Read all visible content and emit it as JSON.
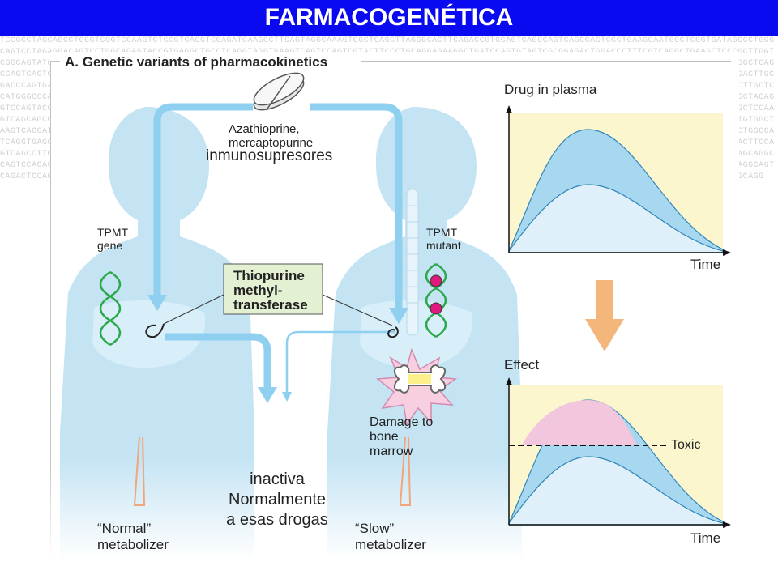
{
  "header": {
    "title": "FARMACOGENÉTICA"
  },
  "background": {
    "dna_text": "TCCGCCTAGCAGCCTCGGTCGGTCCAAGTCTCCGTCACGTCGAGATCAAGCCTTCAGTAGGCAAAGTCGCTCAGCTTAGGGCACTTCAGACCGTGCAGTCAGGCAGTCAGCCACTCCCTGAAGCAATGGCTCGGTGATAGCCCTGGGCAGTCCTAGAGGACAGTCCTGGCAGAGTACCGTGAGGCTGCCTCAGGTAGGTGAAGTCAGTCCAGTCGTACTTCCCTGCAGGAGAAGGCTGATCCAGTGTAGTCGCGGAGACTGGACCCTTTCGTCAGGCTGAAGCTCCCGCTTGGTCGGCAGTATCCTGGACAGTCACCGGAAGGGTCTCCTGAACGGCGCCCTAGGCACAGGTACCTTCGAGCAACTGAGGTCTGAACCAGCTGCCTAGTCAGGAGCTGATCATCCAGAGGCAGTCAGTCTAGTGGACTCAAGCTGGCTCAGCCAGTCAGTGTAGGCTACTTGCAGGTCTTGGAGCCTCCTGCTCAGCTGCAGGCTCAGGCACCTGTCAGAGGCATCTGGGACAGCAGCTAGCATTCCAGCAGGCCCTCAGTCGGAAACTCCGTTAGCCTGGTAGACAGGTCGACTTGCGACCCAGTGAGTCAGGCATCTGGCACCAGTGGCCTCAGCACTGGCTCCAGAGCATGTACTCCGTCAGGCAGTTGCACGGGTCTGCCATTCAAGTCTGCAGTCGCATCACGGCAGTGTCCTGAGTCAGGTCTGTACCTAAGCTTGCTCCATGGGCCCAGTCAGGCATCCAGTCTTCTCCAGTGCAAGGTCAGGACTCACCAGTGCACGTCAGCCTTGGACCTAGTCCAAGTCTCCAAGCTGTCAGCTTGACTGACCCTCTGAGCTCAGACAGGAGTGCCTTCAGGGCTGCTACAGGTCCAGTACCTGAAGCACTCCCAGGAACTTGCCTCAGCAGTGGACATCTGAACCCAGTGCCAGGGCCTCAGGCTAGCCTGCAGTCACGAGGCCAGCTACTCCCTTCAGGGCAAGCAGTCCACTGCAGGCTCAAGCCTGGAGCTCCAAGTCAGCAGCCACCGTGACTTGGCCAGCAGTCAGACCTGGTCCAGAGCACCTTGGCCAGCCACAGGCTCAGTGAGCTTGCCAGTCCTGGGAGCAGCCAGACTTAGGACGCCTCAGCATGCAGTCCAAGCGCTCAGGCCACCTGTGGCTAAGTCACGATGCCAGGAACCAGCCTAGTCATTCAGCCAGGTCAGTCCCTGCAGAGCCAGGTTCAGGCTGAGTCAGCAGCCTTCAGCATGCACTAGGCCTTCAGCCAGTCAGGTCAAGCCTGGACTCAGCAGTCATCCAGACTGGCCATCAGGTGAGCCAGCTCCTGGCAGTCAGCCTTGACCATCAGCAGGCTAGCCTGGTCACTCAGCCAAGTCAGTCAGGACAGGACTTCCTGAGCTCAGGACAAGTCCAGTGGCAGCCTCAGGTCAGCATTCCTGCAGTCCAGGACTTCCAGTCAGCCTTGGTCAGCAGGCTCCAGTCATGCCAGACCTCAGGCAGCTGACAGCCAGTCCTTGGACTAGCCAGTCAGCACTGGCTCAGACCAGTGACCAGGTCAGCAGCCATGCTCCAGTCAGGACTTGGCAGCCTCAGTCAGCAGGCCAGTCCAGACTCAGCCTGGCAGTCAGGCTCAGTCCAGTGACCAGCCTCAGCATGACAGGCAGTCCAGGCTTCAGCAGTCAGCCAGGACTTGGCTCAGTCCAGCAGGCAGTCATCCAGTCAGGACCTGGCAGTCCAGCCTCAGGCAGTCAGACTCCAGTCAGGCAGCCTGGCAGTCAGTCCAGGACTCAGCAGTCCAGGCAGTCAGCCTGGACTCAGTCCAGCAGGCAGTCAGTCCAGCCTGGACTCAGCAGGCAGTCCAGTCAGGCCTGGCAGTCAGACTCAGTCCAGCAGG"
  },
  "figure": {
    "panel_title": "A. Genetic variants of pharmacokinetics",
    "drug_label": [
      "Azathioprine,",
      "mercaptopurine"
    ],
    "left_gene_label": [
      "TPMT",
      "gene"
    ],
    "right_gene_label": [
      "TPMT",
      "mutant"
    ],
    "enzyme_label": [
      "Thiopurine",
      "methyl-",
      "transferase"
    ],
    "damage_label": [
      "Damage to",
      "bone",
      "marrow"
    ],
    "normal_label": [
      "“Normal”",
      "metabolizer"
    ],
    "slow_label": [
      "“Slow”",
      "metabolizer"
    ],
    "plasma_chart_title": "Drug in plasma",
    "plasma_chart_xlabel": "Time",
    "effect_chart_title": "Effect",
    "effect_chart_xlabel": "Time",
    "toxic_label": "Toxic"
  },
  "overlays": {
    "immuno": "inmunosupresores",
    "inactive": [
      "inactiva",
      "Normalmente",
      "a esas drogas"
    ]
  },
  "colors": {
    "banner": "#0a0af0",
    "body_fill": "#c4e4f4",
    "arrow_blue": "#8fd0f0",
    "chart_bg": "#fcf6cf",
    "curve_dark": "#a8d8f0",
    "curve_light": "#dff0fa",
    "toxic_pink": "#f2c6dc",
    "down_arrow": "#f4b67a",
    "dna_green": "#2aa84a",
    "mutation_magenta": "#e0197f",
    "burst_pink": "#f7cfe0",
    "enzyme_box": "#e3f0d2"
  }
}
